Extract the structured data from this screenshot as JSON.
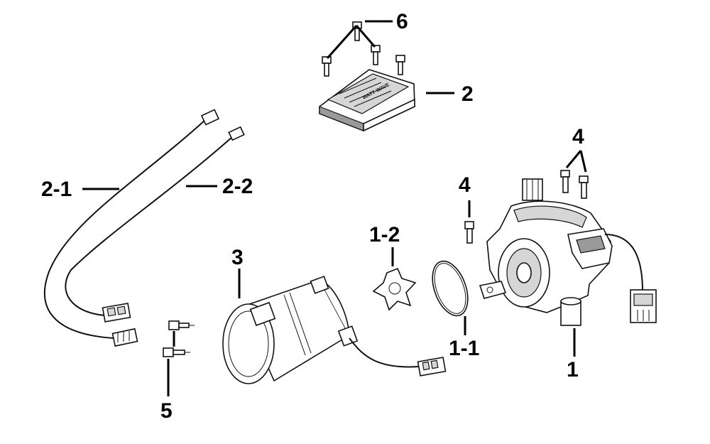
{
  "callouts": {
    "c1": "1",
    "c1_1": "1-1",
    "c1_2": "1-2",
    "c2": "2",
    "c2_1": "2-1",
    "c2_2": "2-2",
    "c3": "3",
    "c4a": "4",
    "c4b": "4",
    "c5": "5",
    "c6": "6"
  },
  "controller_label": "WATT·WAVE"
}
